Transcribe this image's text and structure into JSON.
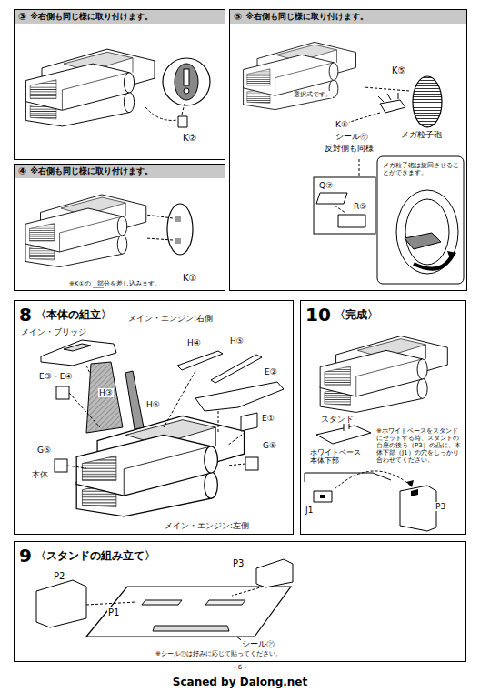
{
  "diagram": {
    "nodes": [
      {
        "text": [
          "③",
          "※右側も同じ様に取り付けます。"
        ]
      },
      {
        "text": [
          "⑤",
          "※右側も同じ様に取り付けます。"
        ]
      },
      {
        "text": [
          "④",
          "※右側も同じ様に取り付けます。"
        ]
      },
      {
        "text": [
          "8",
          "〈本体の組立〉"
        ]
      },
      {
        "text": [
          "10",
          "〈完成〉"
        ]
      },
      {
        "text": [
          "9",
          "〈スタンドの組み立て〉"
        ]
      }
    ],
    "labels": [
      "K②",
      "K⑤",
      "選択式です。",
      "K⑤",
      "シール㋘",
      "反対側も同様",
      "メガ粒子砲",
      "メガ粒子砲は旋回させることができます。",
      "Q⑦",
      "R⑤",
      "K①",
      "※K①の　部分を差し込みます。",
      "メイン・ブリッジ",
      "メイン・エンジン:右側",
      "H④",
      "H⑤",
      "E②",
      "E③・E④",
      "H③",
      "H⑥",
      "E①",
      "G⑤",
      "G⑤",
      "本体",
      "メイン・エンジン:左側",
      "スタンド",
      "※ホワイトベースをスタンドにセットする時、スタンドの台座の後ろ（P3）の凸に、本体下部（J1）の穴をしっかり合わせてください。",
      "ホワイトベース 本体下部",
      "J1",
      "P3",
      "P2",
      "P1",
      "P3",
      "シール㋐",
      "※シール㋐は好みに応じて貼ってください。",
      "- 6 -",
      "Scaned by Dalong.net"
    ]
  }
}
